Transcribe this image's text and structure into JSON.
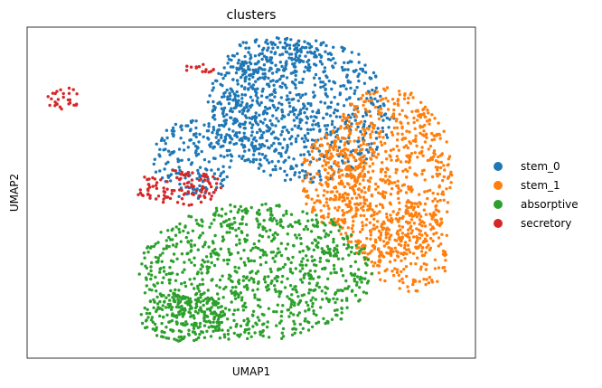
{
  "chart_data": {
    "type": "scatter",
    "title": "clusters",
    "xlabel": "UMAP1",
    "ylabel": "UMAP2",
    "xlim": [
      0,
      100
    ],
    "ylim": [
      0,
      100
    ],
    "grid": false,
    "ticks": false,
    "legend_position": "right",
    "series": [
      {
        "name": "stem_0",
        "color": "#1f77b4",
        "regions": [
          {
            "x": [
              43,
              82
            ],
            "y": [
              53,
              96
            ],
            "n": 700
          },
          {
            "x": [
              40,
              57
            ],
            "y": [
              60,
              90
            ],
            "n": 180
          },
          {
            "x": [
              28,
              46
            ],
            "y": [
              48,
              72
            ],
            "n": 180
          },
          {
            "x": [
              44,
              66
            ],
            "y": [
              85,
              97
            ],
            "n": 120
          }
        ]
      },
      {
        "name": "stem_1",
        "color": "#ff7f0e",
        "regions": [
          {
            "x": [
              66,
              95
            ],
            "y": [
              28,
              82
            ],
            "n": 720
          },
          {
            "x": [
              61,
              76
            ],
            "y": [
              40,
              68
            ],
            "n": 180
          },
          {
            "x": [
              75,
              95
            ],
            "y": [
              20,
              45
            ],
            "n": 180
          }
        ]
      },
      {
        "name": "absorptive",
        "color": "#2ca02c",
        "regions": [
          {
            "x": [
              25,
              77
            ],
            "y": [
              5,
              47
            ],
            "n": 900
          },
          {
            "x": [
              25,
              45
            ],
            "y": [
              5,
              20
            ],
            "n": 200
          }
        ]
      },
      {
        "name": "secretory",
        "color": "#d62728",
        "regions": [
          {
            "x": [
              24,
              44
            ],
            "y": [
              46,
              57
            ],
            "n": 110
          },
          {
            "x": [
              4,
              12
            ],
            "y": [
              75,
              82
            ],
            "n": 28
          },
          {
            "x": [
              34,
              43
            ],
            "y": [
              86,
              89
            ],
            "n": 14
          }
        ]
      }
    ]
  }
}
